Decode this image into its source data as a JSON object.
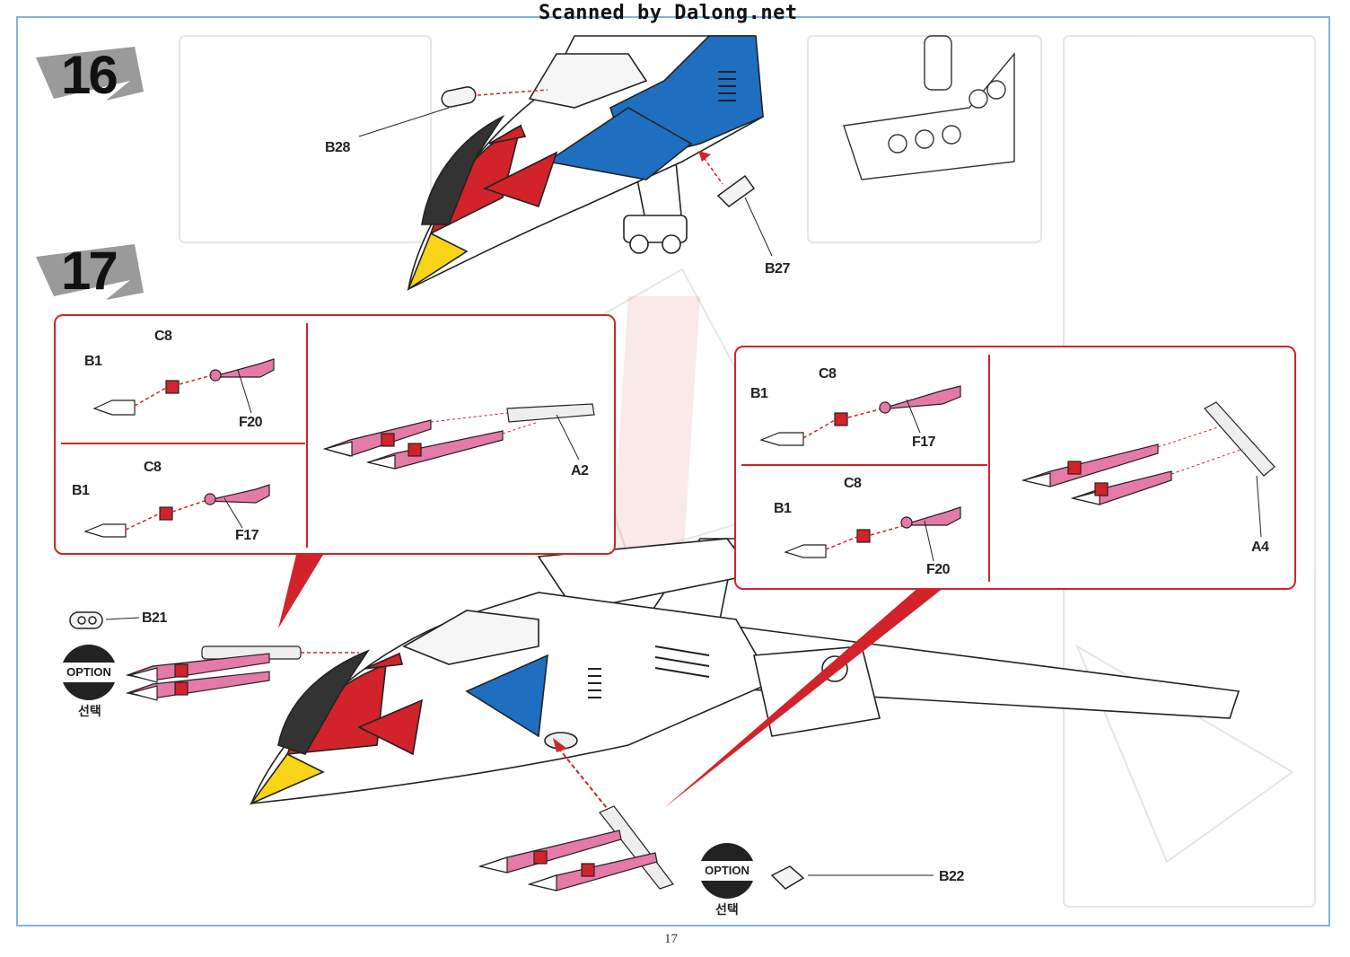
{
  "watermark": "Scanned by Dalong.net",
  "page_number": "17",
  "steps": {
    "step16": "16",
    "step17": "17"
  },
  "step16_labels": {
    "b28": "B28",
    "b27": "B27"
  },
  "left_panel": {
    "top": {
      "b1": "B1",
      "c8": "C8",
      "f20": "F20"
    },
    "bottom": {
      "b1": "B1",
      "c8": "C8",
      "f17": "F17"
    },
    "a2": "A2"
  },
  "right_panel": {
    "top": {
      "b1": "B1",
      "c8": "C8",
      "f17": "F17"
    },
    "bottom": {
      "b1": "B1",
      "c8": "C8",
      "f20": "F20"
    },
    "a4": "A4"
  },
  "step17_labels": {
    "b21": "B21",
    "b22": "B22"
  },
  "option": {
    "label": "OPTION",
    "korean": "선택"
  },
  "colors": {
    "frame": "#7fb6d8",
    "panel_border": "#d2232a",
    "missile_pink": "#e57aa8",
    "clamp_red": "#d2232a",
    "nose_yellow": "#f7d417",
    "nose_red": "#d2232a",
    "stripe_blue": "#1f6fc1"
  }
}
